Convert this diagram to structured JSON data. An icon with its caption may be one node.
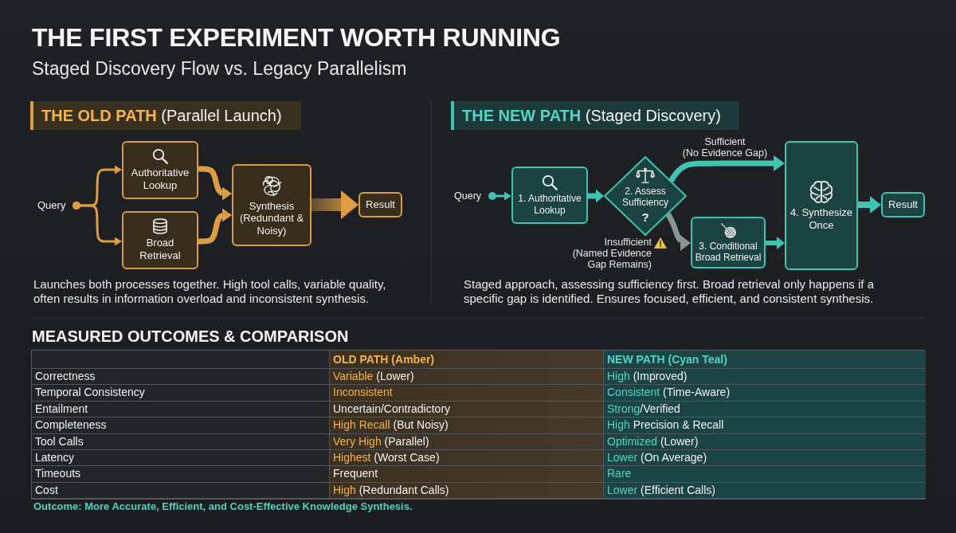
{
  "diagram": {
    "title": "THE FIRST EXPERIMENT WORTH RUNNING",
    "nodes": [
      {
        "text": [
          "**THE OLD PATH** (Parallel Launch)"
        ]
      },
      {
        "text": [
          "Query"
        ]
      },
      {
        "text": [
          "Authoritative Lookup"
        ]
      },
      {
        "text": [
          "Broad Retrieval"
        ]
      },
      {
        "text": [
          "Synthesis (Redundant & Noisy)"
        ]
      },
      {
        "text": [
          "Result"
        ]
      },
      {
        "text": [
          "**THE NEW PATH** (Staged Discovery)"
        ]
      },
      {
        "text": [
          "Query"
        ]
      },
      {
        "text": [
          "1. Authoritative Lookup"
        ]
      },
      {
        "text": [
          "2. Assess Sufficiency",
          "?"
        ]
      },
      {
        "text": [
          "3. Conditional Broad Retrieval"
        ]
      },
      {
        "text": [
          "4. Synthesize Once"
        ]
      },
      {
        "text": [
          "Result"
        ]
      }
    ],
    "edges": [
      {
        "from": 1,
        "to": 2,
        "arrow": "to",
        "color": "#dd9d43"
      },
      {
        "from": 1,
        "to": 3,
        "arrow": "to",
        "color": "#dd9d43"
      },
      {
        "from": 2,
        "to": 4,
        "arrow": "to",
        "color": "#dd9d43"
      },
      {
        "from": 3,
        "to": 4,
        "arrow": "to",
        "color": "#dd9d43"
      },
      {
        "from": 4,
        "to": 5,
        "arrow": "to",
        "style": "thick",
        "color": "#dd9d43"
      },
      {
        "from": 7,
        "to": 8,
        "arrow": "to",
        "color": "#3ec4b1"
      },
      {
        "from": 8,
        "to": 9,
        "arrow": "to",
        "color": "#3ec4b1"
      },
      {
        "from": 9,
        "to": 11,
        "arrow": "to",
        "label": "Sufficient (No Evidence Gap)",
        "color": "#3ec4b1"
      },
      {
        "from": 9,
        "to": 10,
        "arrow": "to",
        "label": "Insufficient (Named Evidence Gap Remains)",
        "color": "#8b9494"
      },
      {
        "from": 10,
        "to": 11,
        "arrow": "to",
        "color": "#3ec4b1"
      },
      {
        "from": 11,
        "to": 12,
        "arrow": "to",
        "color": "#3ec4b1"
      }
    ],
    "labels": [
      "Staged Discovery Flow vs. Legacy Parallelism",
      "Launches both processes together. High tool calls, variable quality, often results in information overload and inconsistent synthesis.",
      "Staged approach, assessing sufficiency first. Broad retrieval only happens if a specific gap is identified. Ensures focused, efficient, and consistent synthesis.",
      "MEASURED OUTCOMES & COMPARISON",
      "OLD PATH (Amber)",
      "NEW PATH (Cyan Teal)",
      "Correctness",
      "**Variable** (Lower)",
      "**High** (Improved)",
      "Temporal Consistency",
      "Inconsistent",
      "**Consistent** (Time-Aware)",
      "Entailment",
      "Uncertain/Contradictory",
      "**Strong**/Verified",
      "Completeness",
      "**High Recall** (But Noisy)",
      "**High** Precision & Recall",
      "Tool Calls",
      "**Very High** (Parallel)",
      "**Optimized** (Lower)",
      "Latency",
      "**Highest** (Worst Case)",
      "**Lower** (On Average)",
      "Timeouts",
      "Frequent",
      "Rare",
      "Cost",
      "**High** (Redundant Calls)",
      "**Lower** (Efficient Calls)",
      "Outcome: More Accurate, Efficient, and Cost-Effective Knowledge Synthesis."
    ]
  }
}
